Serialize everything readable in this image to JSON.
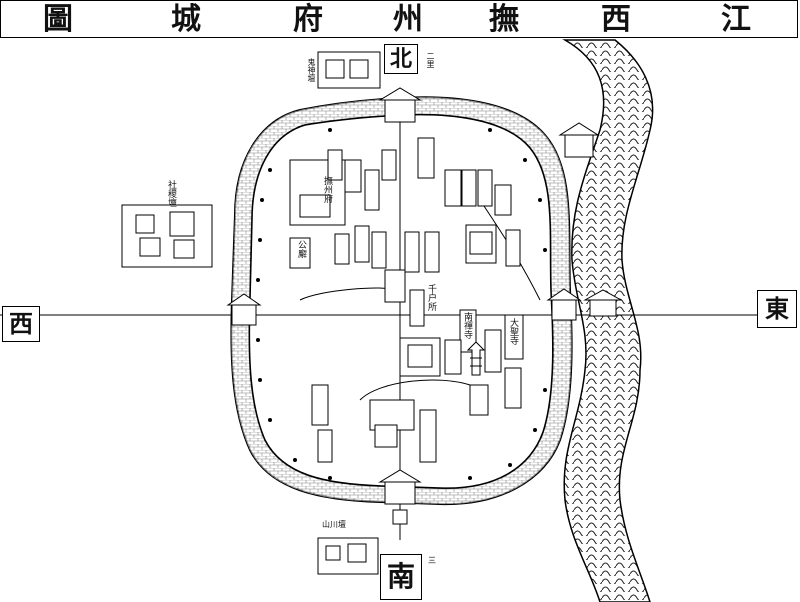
{
  "title": {
    "chars": [
      "圖",
      "城",
      "府",
      "州",
      "撫",
      "西",
      "江"
    ]
  },
  "directions": {
    "north": "北",
    "south": "南",
    "east": "東",
    "west": "西"
  },
  "labels": {
    "shejitan": "社稷壇",
    "fuzhoufu": "撫州府",
    "gongshu": "公廨",
    "qianhu": "千户所",
    "nanchan": "南禪寺",
    "dashengsi": "大聖寺",
    "ximen_note": "三",
    "shuantan": "山川壇",
    "guishen": "鬼神壇",
    "northnote": "二里"
  }
}
